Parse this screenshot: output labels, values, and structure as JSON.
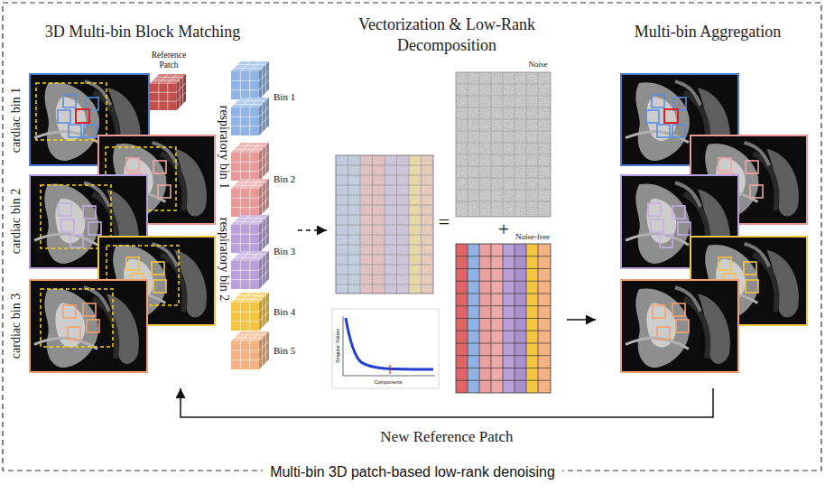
{
  "diagram": {
    "caption": "Multi-bin 3D patch-based low-rank denoising",
    "nodes": [
      {
        "text": [
          "3D Multi-bin Block Matching"
        ]
      },
      {
        "text": [
          "Vectorization & Low-Rank Decomposition"
        ]
      },
      {
        "text": [
          "Multi-bin Aggregation"
        ]
      }
    ],
    "edges": [
      {
        "from": 0,
        "to": 1,
        "arrow": "to"
      },
      {
        "from": 1,
        "to": 2,
        "arrow": "to"
      },
      {
        "from": 2,
        "to": 0,
        "label": "New Reference Patch",
        "arrow": "to"
      }
    ],
    "labels": [
      "Reference Patch",
      "cardiac bin 1",
      "cardiac bin 2",
      "cardiac bin 3",
      "respiratory bin 1",
      "respiratory bin 2",
      "Bin 1",
      "Bin 2",
      "Bin 3",
      "Bin 4",
      "Bin 5",
      "Noise",
      "=",
      "+",
      "Noise-free",
      "Singular Values",
      "Components"
    ]
  }
}
